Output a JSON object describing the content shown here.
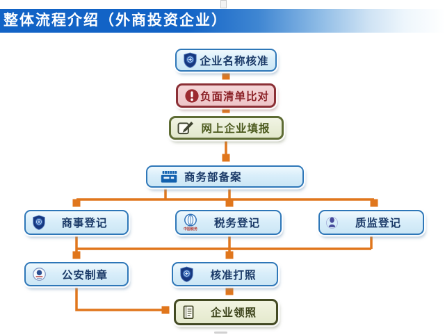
{
  "banner": {
    "title": "整体流程介绍（外商投资企业）",
    "bg_color": "#1263c6",
    "text_color": "#ffffff"
  },
  "flow": {
    "arrow_color": "#e0761c",
    "nodes": [
      {
        "id": "name-approval",
        "label": "企业名称核准",
        "icon": "shield-icon",
        "style": "blue"
      },
      {
        "id": "negative-list",
        "label": "负面清单比对",
        "icon": "exclamation-icon",
        "style": "red"
      },
      {
        "id": "online-filing",
        "label": "网上企业填报",
        "icon": "pencil-icon",
        "style": "olive"
      },
      {
        "id": "mofcom-filing",
        "label": "商务部备案",
        "icon": "storefront-icon",
        "style": "blue"
      },
      {
        "id": "commercial-registration",
        "label": "商事登记",
        "icon": "shield-icon",
        "style": "blue"
      },
      {
        "id": "tax-registration",
        "label": "税务登记",
        "icon": "tax-emblem-icon",
        "style": "blue",
        "icon_caption": "中国税务"
      },
      {
        "id": "quality-registration",
        "label": "质监登记",
        "icon": "quality-emblem-icon",
        "style": "blue"
      },
      {
        "id": "police-seal",
        "label": "公安制章",
        "icon": "police-badge-icon",
        "style": "blue"
      },
      {
        "id": "license-printing",
        "label": "核准打照",
        "icon": "shield-icon",
        "style": "blue"
      },
      {
        "id": "license-receiving",
        "label": "企业领照",
        "icon": "certificate-icon",
        "style": "olive-dark"
      }
    ],
    "edges": [
      {
        "from": "企业名称核准",
        "to": "负面清单比对"
      },
      {
        "from": "负面清单比对",
        "to": "网上企业填报"
      },
      {
        "from": "网上企业填报",
        "to": "商务部备案"
      },
      {
        "from": "商务部备案",
        "to": "商事登记"
      },
      {
        "from": "商务部备案",
        "to": "税务登记"
      },
      {
        "from": "商务部备案",
        "to": "质监登记"
      },
      {
        "from": "商事登记",
        "to": "公安制章"
      },
      {
        "from": "税务登记",
        "to": "核准打照"
      },
      {
        "from": "质监登记",
        "to": "核准打照"
      },
      {
        "from": "核准打照",
        "to": "企业领照"
      },
      {
        "from": "公安制章",
        "to": "企业领照"
      }
    ]
  }
}
